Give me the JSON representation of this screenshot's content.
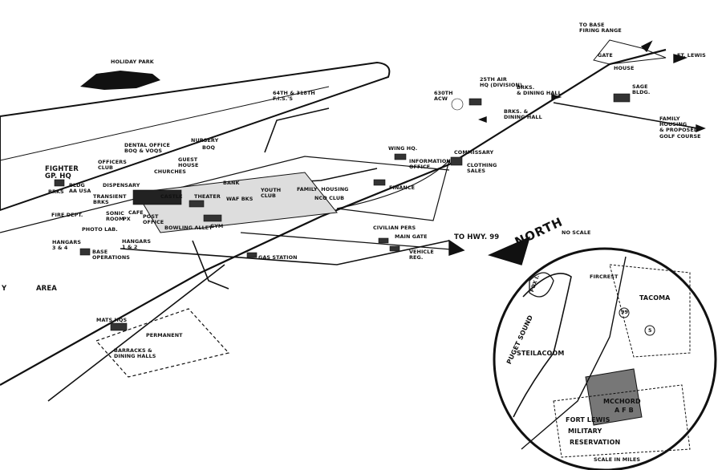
{
  "map": {
    "top_labels": {
      "holiday_park": "HOLIDAY PARK",
      "to_base_firing_range": "TO BASE\nFIRING RANGE",
      "ft_lewis": "FT. LEWIS",
      "gate": "GATE",
      "house": "HOUSE",
      "sage_bldg": "SAGE\nBLDG.",
      "family_housing_golf": "FAMILY\nHOUSING\n& PROPOSED\nGOLF COURSE",
      "air_hq": "25TH AIR\nHQ (DIVISION)",
      "acw_630": "630TH\nACW",
      "brks_dining_1": "BRKS.\n& DINING HALL",
      "brks_dining_2": "BRKS. &\nDINING HALL",
      "fis": "64TH & 318TH\nF.I.S.'S"
    },
    "base_labels": {
      "fighter_gp_hq": "FIGHTER\nGP. HQ",
      "brks": "BRKS",
      "bldg_aa": "BLDG\nAA USA",
      "officers_club": "OFFICERS\nCLUB",
      "dental_office": "DENTAL OFFICE\nBOQ & VOQS",
      "nursery": "NURSERY",
      "boq": "BOQ",
      "guest_house": "GUEST\nHOUSE",
      "churches": "CHURCHES",
      "dispensary": "DISPENSARY",
      "transient_brks": "TRANSIENT\nBRKS",
      "castle": "CASTLE",
      "theater": "THEATER",
      "bank": "BANK",
      "waf_bks": "WAF BKS",
      "youth_club": "YOUTH\nCLUB",
      "family_housing": "FAMILY  HOUSING",
      "nco_club": "NCO CLUB",
      "wing_hq": "WING HQ.",
      "information_office": "INFORMATION\nOFFICE",
      "commissary": "COMMISSARY",
      "clothing_sales": "CLOTHING\nSALES",
      "finance": "FINANCE",
      "fire_dept": "FIRE DEPT.",
      "sonic_room": "SONIC\nROOM",
      "cafe": "CAFE",
      "px": "PX",
      "post_office": "POST\nOFFICE",
      "bowling_alley": "BOWLING ALLEY",
      "gym": "GYM",
      "photo_lab": "PHOTO LAB.",
      "hangars_3_4": "HANGARS\n3 & 4",
      "hangars_1_2": "HANGARS\n1 & 2",
      "base_operations": "BASE\nOPERATIONS",
      "civilian_pers": "CIVILIAN PERS",
      "main_gate": "MAIN GATE",
      "vehicle_reg": "VEHICLE\nREG.",
      "to_hwy_99": "TO HWY. 99",
      "gas_station": "GAS STATION",
      "area": "AREA",
      "y": "Y",
      "mats_hqs": "MATS HQS",
      "permanent": "PERMANENT",
      "barracks_dining": "BARRACKS &\nDINING HALLS"
    },
    "inset": {
      "north": "NORTH",
      "no_scale": "NO SCALE",
      "puget_sound": "PUGET SOUND",
      "fox_i": "FOX I.",
      "fircrest": "FIRCREST",
      "tacoma": "TACOMA",
      "steilacoom": "STEILACOOM",
      "mcchord": "McCHORD",
      "afb": "A F B",
      "fort_lewis": "FORT LEWIS",
      "military": "MILITARY",
      "reservation": "RESERVATION",
      "scale": "SCALE IN MILES",
      "hwy_99": "99",
      "hwy_5": "5"
    },
    "colors": {
      "ink": "#111111",
      "paper": "#ffffff"
    }
  }
}
